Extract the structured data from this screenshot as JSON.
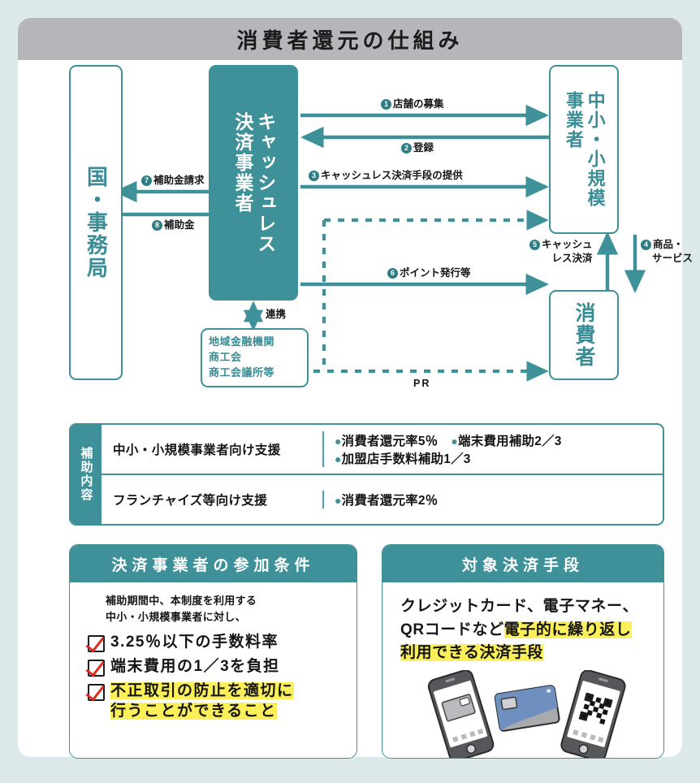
{
  "title": "消費者還元の仕組み",
  "diagram": {
    "nodes": {
      "government": "国・事務局",
      "payment_provider_line1": "キャッシュレス",
      "payment_provider_line2": "決済事業者",
      "merchant_line1": "中小・小規模",
      "merchant_line2": "事業者",
      "consumer": "消費者",
      "local_org": "地域金融機関\n商工会\n商工会議所等"
    },
    "flows": [
      {
        "num": "❶",
        "label": "店舗の募集"
      },
      {
        "num": "❷",
        "label": "登録"
      },
      {
        "num": "❸",
        "label": "キャッシュレス決済手段の提供"
      },
      {
        "num": "❹",
        "label": "商品・\nサービス"
      },
      {
        "num": "❺",
        "label": "キャッシュ\nレス決済"
      },
      {
        "num": "❻",
        "label": "ポイント発行等"
      },
      {
        "num": "❼",
        "label": "補助金請求"
      },
      {
        "num": "❽",
        "label": "補助金"
      }
    ],
    "labels": {
      "flow1": "店舗の募集",
      "flow2": "登録",
      "flow3": "キャッシュレス決済手段の提供",
      "flow4_l1": "商品・",
      "flow4_l2": "サービス",
      "flow5_l1": "キャッシュ",
      "flow5_l2": "レス決済",
      "flow6": "ポイント発行等",
      "flow7": "補助金請求",
      "flow8": "補助金",
      "cooperation": "連携",
      "pr": "PR"
    },
    "local_org_lines": [
      "地域金融機関",
      "商工会",
      "商工会議所等"
    ]
  },
  "subsidy_table": {
    "side_label": "補助内容",
    "rows": [
      {
        "name": "中小・小規模事業者向け支援",
        "values_line1": [
          "消費者還元率5％",
          "端末費用補助2／3"
        ],
        "values_line2": [
          "加盟店手数料補助1／3"
        ]
      },
      {
        "name": "フランチャイズ等向け支援",
        "values_line1": [
          "消費者還元率2％"
        ],
        "values_line2": []
      }
    ]
  },
  "card_left": {
    "header": "決済事業者の参加条件",
    "lead_line1": "補助期間中、本制度を利用する",
    "lead_line2": "中小・小規模事業者に対し、",
    "items": [
      {
        "text": "3.25％以下の手数料率",
        "highlight": false
      },
      {
        "text": "端末費用の1／3を負担",
        "highlight": false
      },
      {
        "text_line1": "不正取引の防止を適切に",
        "text_line2": "行うことができること",
        "highlight": true
      }
    ]
  },
  "card_right": {
    "header": "対象決済手段",
    "body_line1": "クレジットカード、電子マネー、",
    "body_line2_plain": "QRコードなど",
    "body_line2_hl": "電子的に繰り返し",
    "body_line3_hl": "利用できる決済手段"
  },
  "colors": {
    "teal": "#3e9099",
    "teal_dark": "#2d7d86",
    "header_gray": "#b4b6ba",
    "page_bg": "#dde8ea",
    "highlight": "#fbf05a",
    "check_red": "#e02b20"
  }
}
